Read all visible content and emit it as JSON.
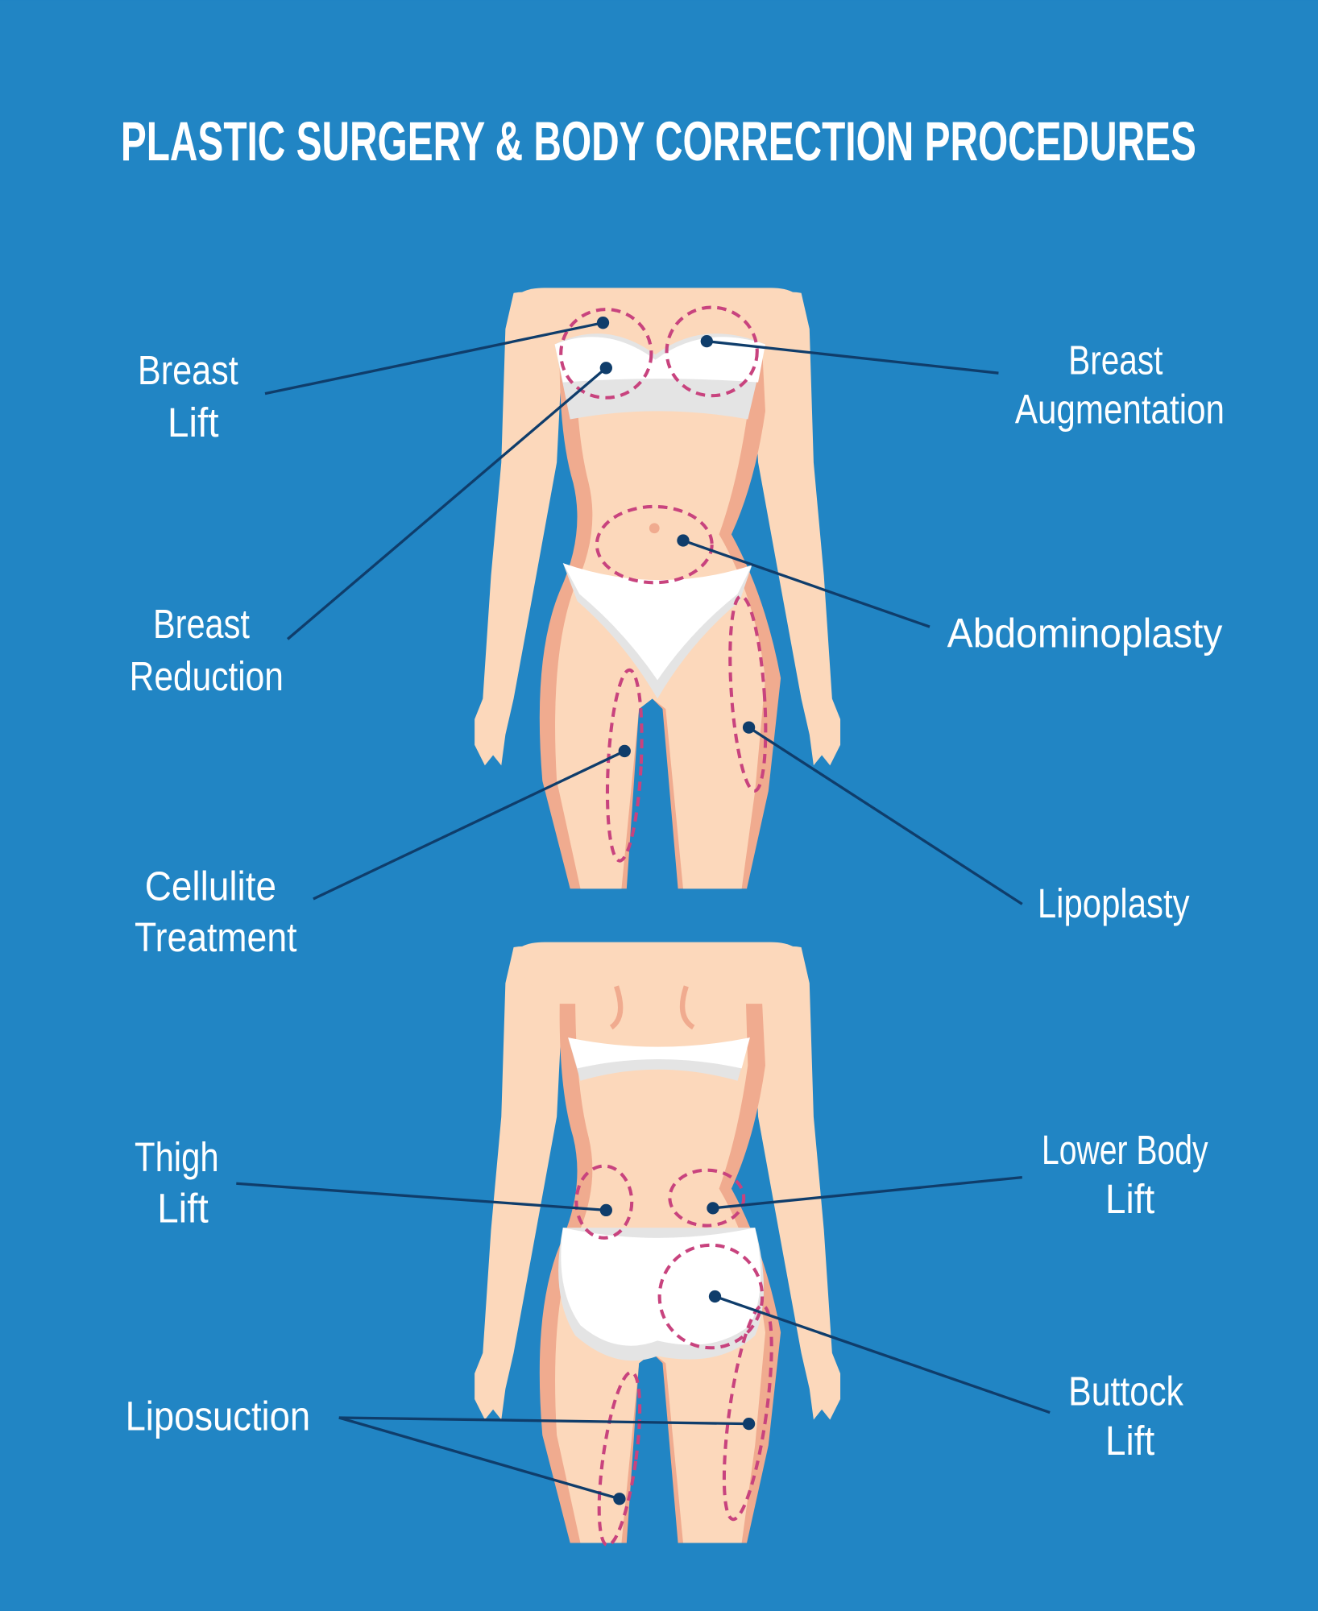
{
  "title": "PLASTIC SURGERY & BODY CORRECTION PROCEDURES",
  "labels": {
    "breast_lift": [
      "Breast",
      "Lift"
    ],
    "breast_augmentation": [
      "Breast",
      "Augmentation"
    ],
    "breast_reduction": [
      "Breast",
      "Reduction"
    ],
    "abdominoplasty": [
      "Abdominoplasty"
    ],
    "cellulite_treatment": [
      "Cellulite",
      "Treatment"
    ],
    "lipoplasty": [
      "Lipoplasty"
    ],
    "thigh_lift": [
      "Thigh",
      "Lift"
    ],
    "lower_body_lift": [
      "Lower Body",
      "Lift"
    ],
    "liposuction": [
      "Liposuction"
    ],
    "buttock_lift": [
      "Buttock",
      "Lift"
    ]
  },
  "colors": {
    "background": "#2185c4",
    "skin": "#fcd8bb",
    "skin_shadow": "#f0ab8f",
    "marking": "#c8437e",
    "leader": "#0f3d6b"
  }
}
